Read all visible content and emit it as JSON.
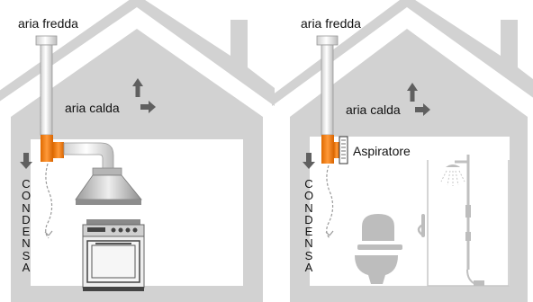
{
  "left_panel": {
    "cold_air_label": "aria fredda",
    "warm_air_label": "aria calda",
    "condensate_letters": [
      "C",
      "O",
      "N",
      "D",
      "E",
      "N",
      "S",
      "A"
    ]
  },
  "right_panel": {
    "cold_air_label": "aria fredda",
    "warm_air_label": "aria calda",
    "fan_label": "Aspiratore",
    "condensate_letters": [
      "C",
      "O",
      "N",
      "D",
      "E",
      "N",
      "S",
      "A"
    ]
  },
  "colors": {
    "house_gray": "#d2d2d2",
    "pipe_white": "#f4f4f4",
    "fitting_orange": "#f07d12",
    "arrow_gray": "#606060",
    "fixture_gray": "#bdbdbd"
  }
}
